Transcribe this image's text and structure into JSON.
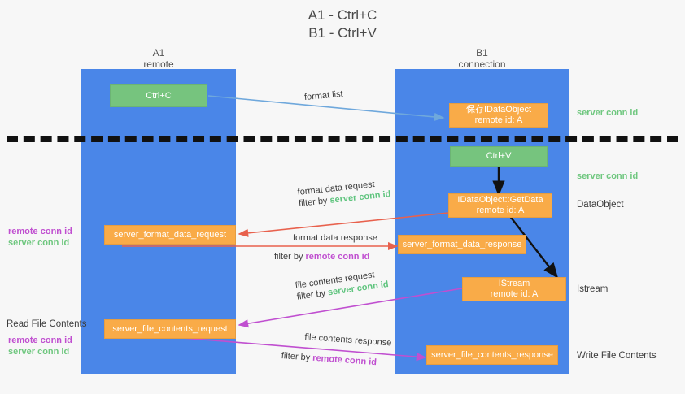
{
  "title": {
    "line1": "A1 - Ctrl+C",
    "line2": "B1 - Ctrl+V"
  },
  "columns": [
    {
      "name": "A1",
      "subtitle": "remote"
    },
    {
      "name": "B1",
      "subtitle": "connection"
    }
  ],
  "nodes": {
    "ctrl_c": {
      "line1": "Ctrl+C",
      "line2": "",
      "color": "#76c47e"
    },
    "save_idataobject": {
      "line1": "保存IDataObject",
      "line2": "remote id: A",
      "color": "#f9ab48"
    },
    "ctrl_v": {
      "line1": "Ctrl+V",
      "line2": "",
      "color": "#76c47e"
    },
    "getdata": {
      "line1": "IDataObject::GetData",
      "line2": "remote id: A",
      "color": "#f9ab48"
    },
    "istream": {
      "line1": "IStream",
      "line2": "remote id: A",
      "color": "#f9ab48"
    },
    "fmt_data_request": {
      "line1": "server_format_data_request",
      "line2": "",
      "color": "#f9ab48"
    },
    "fmt_data_response": {
      "line1": "server_format_data_response",
      "line2": "",
      "color": "#f9ab48"
    },
    "file_req": {
      "line1": "server_file_contents_request",
      "line2": "",
      "color": "#f9ab48"
    },
    "file_resp": {
      "line1": "server_file_contents_response",
      "line2": "",
      "color": "#f9ab48"
    }
  },
  "edge_labels": {
    "format_list": "format list",
    "fmt_req_top": "format data request",
    "fmt_req_filter_prefix": "filter by ",
    "fmt_req_filter_key": "server conn id",
    "fmt_resp_top": "format data response",
    "fmt_resp_filter_prefix": "filter by ",
    "fmt_resp_filter_key": "remote conn id",
    "file_req_top": "file contents request",
    "file_req_filter_prefix": "filter by ",
    "file_req_filter_key": "server conn id",
    "file_resp_top": "file contents response",
    "file_resp_filter_prefix": "filter by ",
    "file_resp_filter_key": "remote conn id"
  },
  "right_annotations": {
    "server_conn_id_1": "server conn id",
    "server_conn_id_2": "server conn id",
    "dataobject": "DataObject",
    "istream": "Istream",
    "write_file_contents": "Write File Contents"
  },
  "left_annotations": {
    "group1_remote": "remote conn id",
    "group1_server": "server conn id",
    "read_file_contents": "Read File Contents",
    "group2_remote": "remote conn id",
    "group2_server": "server conn id"
  },
  "colors": {
    "lane": "#4a86e8",
    "green_node": "#76c47e",
    "orange_node": "#f9ab48",
    "green_text": "#5fc47e",
    "magenta_text": "#c04fd0",
    "arrow_blue": "#6fa8dc",
    "arrow_red": "#e8614d",
    "arrow_magenta": "#c04fd0",
    "arrow_dark": "#111111",
    "background": "#f7f7f7"
  }
}
